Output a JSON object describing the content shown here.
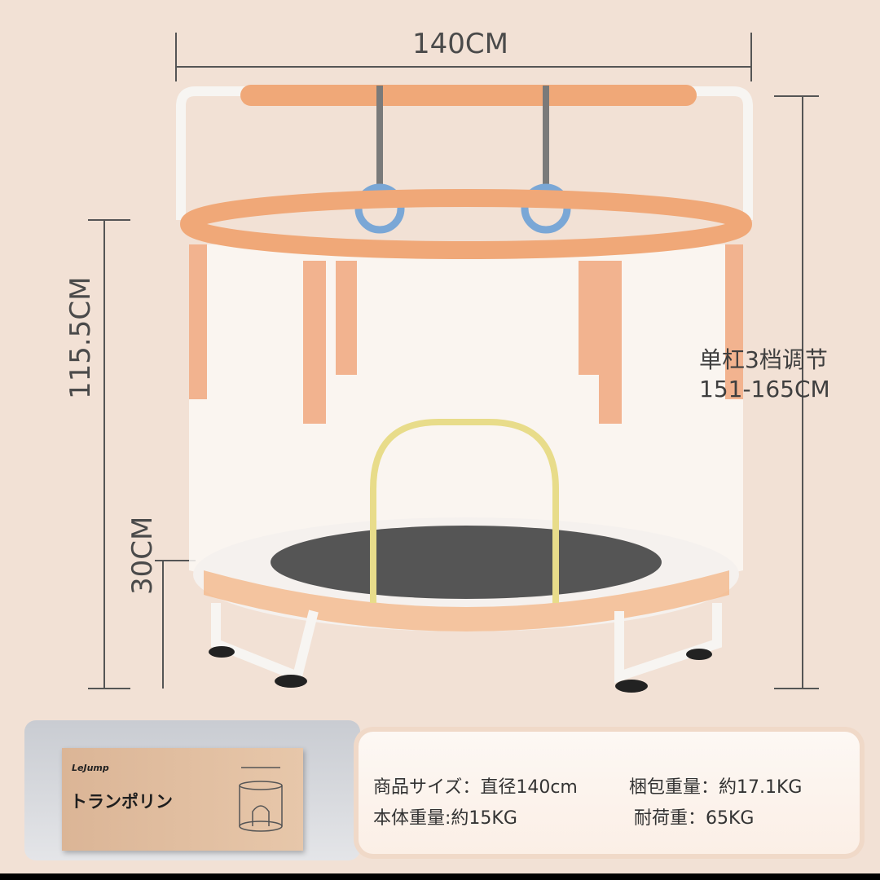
{
  "dimensions": {
    "width": "140CM",
    "height": "115.5CM",
    "base_height": "30CM",
    "bar_note_line1": "单杠3档调节",
    "bar_note_line2": "151-165CM"
  },
  "package": {
    "brand": "LeJump",
    "title": "トランポリン"
  },
  "specs": {
    "size": "商品サイズ：直径140cm",
    "package_weight": "梱包重量：約17.1KG",
    "body_weight": "本体重量:約15KG",
    "load_capacity": "耐荷重：65KG"
  },
  "colors": {
    "background": "#f2e1d5",
    "accent_orange": "#f0a878",
    "frame_white": "#f7f5f2",
    "arch_yellow": "#e8dc8a"
  }
}
